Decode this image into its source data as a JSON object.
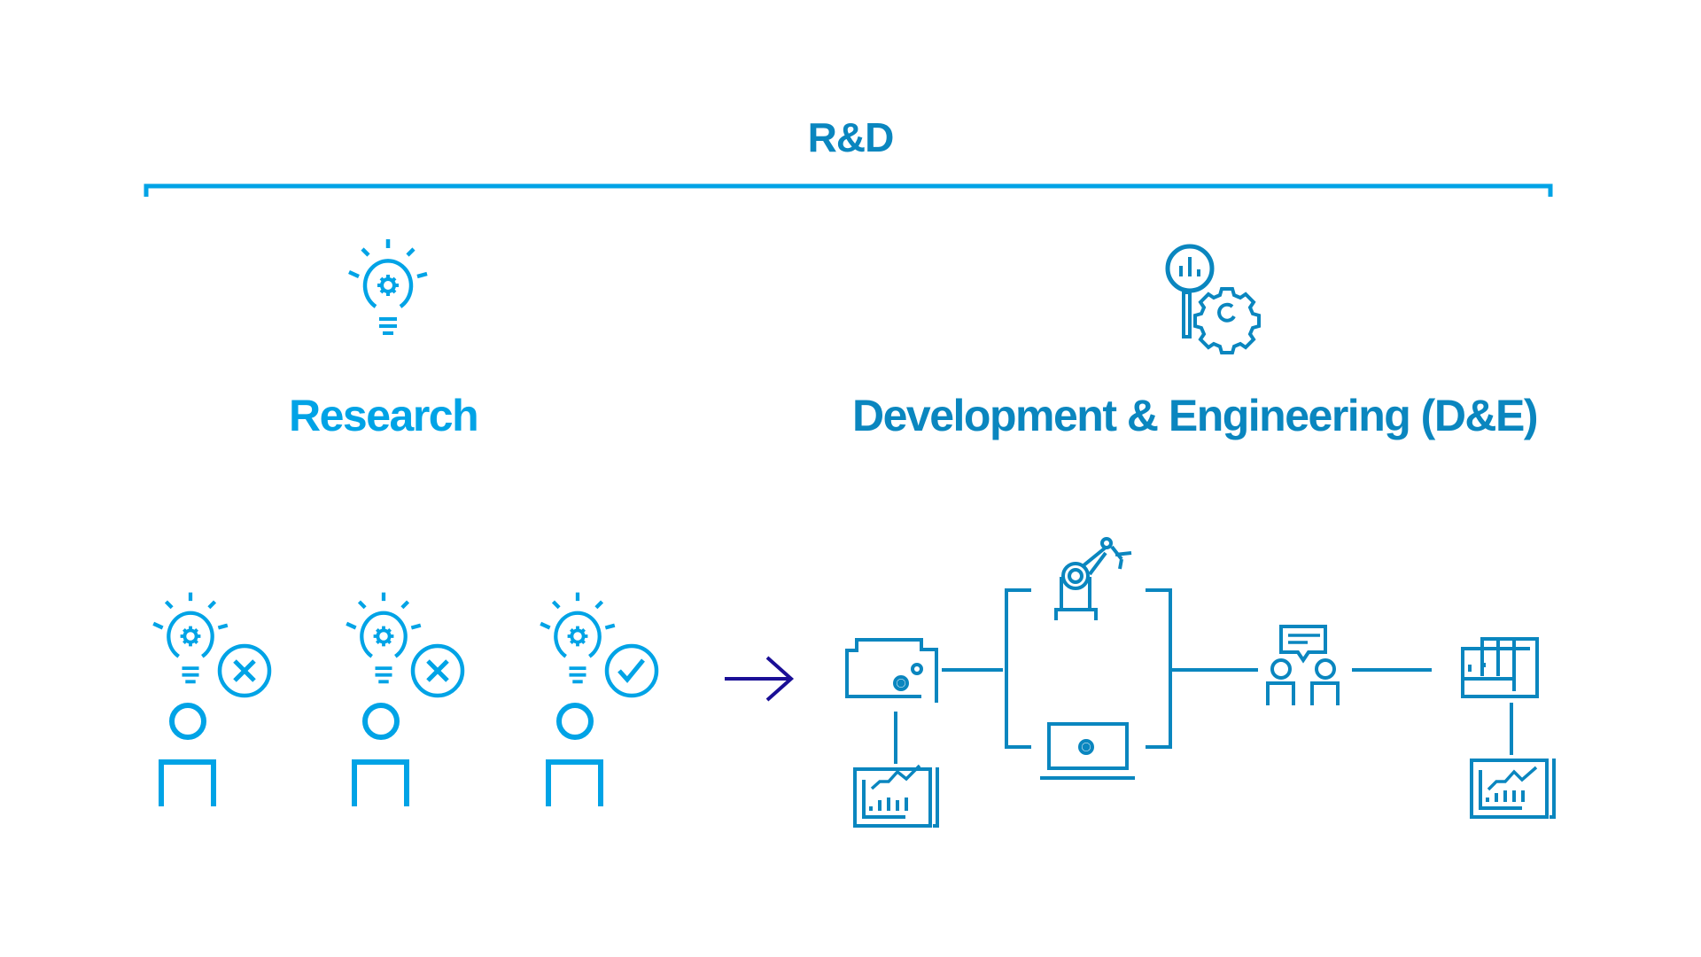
{
  "colors": {
    "research": "#00a3e6",
    "development": "#0a86bf",
    "arrow": "#1a0f96",
    "background": "#ffffff"
  },
  "header": {
    "title": "R&D",
    "bracket_icon": "span-bracket"
  },
  "research": {
    "title": "Research",
    "icon": "lightbulb-gear-icon",
    "ideas": [
      {
        "person_icon": "person-icon",
        "idea_icon": "lightbulb-gear-icon",
        "status_icon": "x-circle-icon",
        "status": "rejected"
      },
      {
        "person_icon": "person-icon",
        "idea_icon": "lightbulb-gear-icon",
        "status_icon": "x-circle-icon",
        "status": "rejected"
      },
      {
        "person_icon": "person-icon",
        "idea_icon": "lightbulb-gear-icon",
        "status_icon": "check-circle-icon",
        "status": "accepted"
      }
    ]
  },
  "transition": {
    "icon": "arrow-right-icon"
  },
  "development": {
    "title": "Development & Engineering (D&E)",
    "icon": "magnifier-chart-gear-icon",
    "flow": [
      {
        "name": "folder-gears-icon",
        "connects_down_to": "analytics-board-icon"
      },
      {
        "name": "robot-arm-icon",
        "branch": "top"
      },
      {
        "name": "laptop-gear-icon",
        "branch": "bottom"
      },
      {
        "name": "people-discussion-icon"
      },
      {
        "name": "factory-icon",
        "connects_down_to": "analytics-board-icon"
      }
    ]
  }
}
